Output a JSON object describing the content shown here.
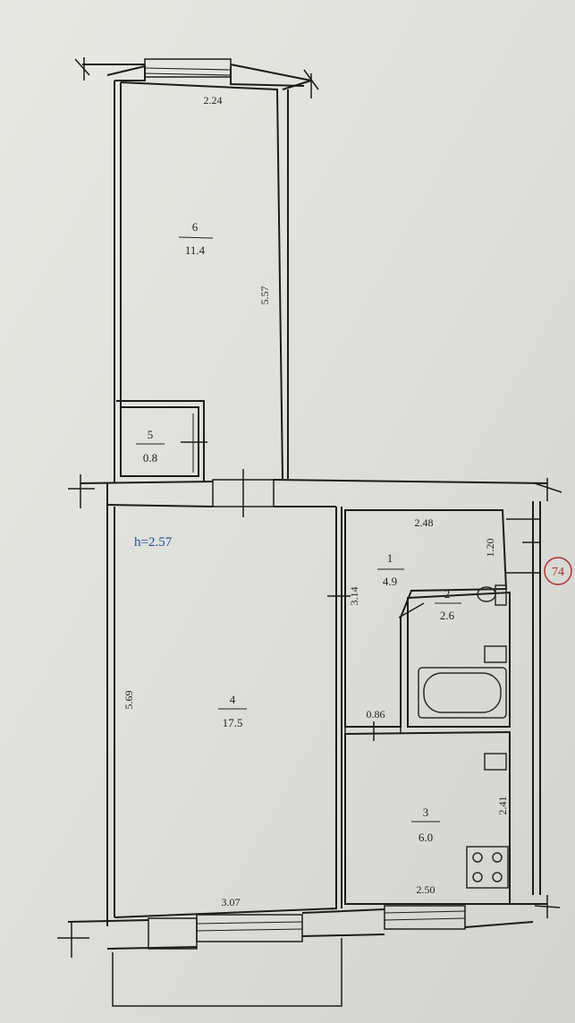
{
  "plan": {
    "apartment_number": "74",
    "ceiling_height": "h=2.57",
    "rooms": [
      {
        "id": "1",
        "area": "4.9"
      },
      {
        "id": "2",
        "area": "2.6"
      },
      {
        "id": "3",
        "area": "6.0"
      },
      {
        "id": "4",
        "area": "17.5"
      },
      {
        "id": "5",
        "area": "0.8"
      },
      {
        "id": "6",
        "area": "11.4"
      }
    ],
    "dimensions": {
      "room6_width": "2.24",
      "room6_length": "5.57",
      "room1_width": "2.48",
      "room1_length": "3.14",
      "hall_width": "1.20",
      "passage_width": "0.86",
      "room3_length": "2.41",
      "room3_width": "2.50",
      "room4_length": "5.69",
      "room4_width": "3.07"
    }
  }
}
